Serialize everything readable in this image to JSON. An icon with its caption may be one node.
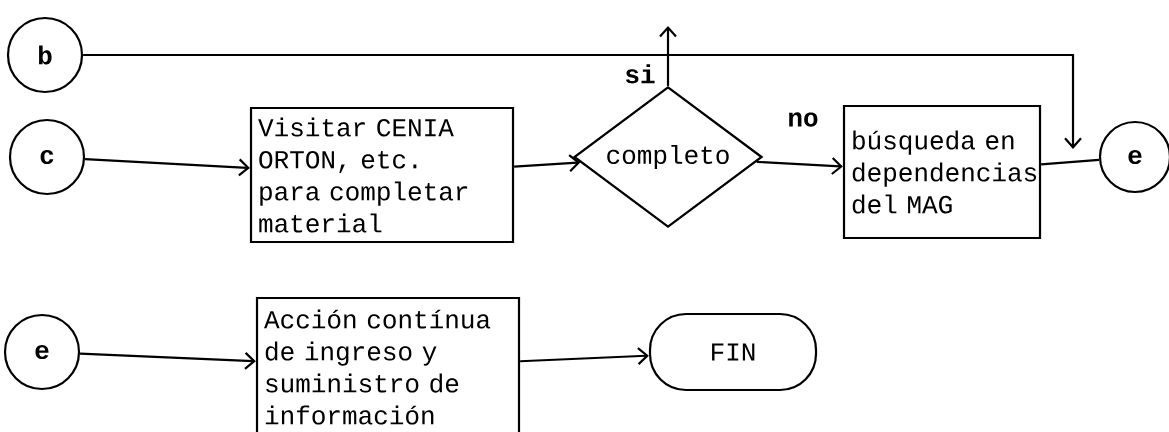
{
  "diagram": {
    "nodes": [
      {
        "text": [
          "b"
        ]
      },
      {
        "text": [
          "c"
        ]
      },
      {
        "text": [
          "Visitar CENIA ORTON, etc. para completar material"
        ]
      },
      {
        "text": [
          "completo"
        ]
      },
      {
        "text": [
          "búsqueda en dependencias del MAG"
        ]
      },
      {
        "text": [
          "e"
        ]
      },
      {
        "text": [
          "e"
        ]
      },
      {
        "text": [
          "Acción contínua de ingreso y suministro de información"
        ]
      },
      {
        "text": [
          "FIN"
        ]
      }
    ],
    "edges": [
      {
        "from": 1,
        "to": 2,
        "arrow": "to"
      },
      {
        "from": 2,
        "to": 3,
        "arrow": "to"
      },
      {
        "from": 3,
        "to": null,
        "arrow": "to",
        "label": "si"
      },
      {
        "from": 3,
        "to": 4,
        "arrow": "to",
        "label": "no"
      },
      {
        "from": 4,
        "to": 5,
        "arrow": "none"
      },
      {
        "from": 0,
        "to": 5,
        "arrow": "to"
      },
      {
        "from": 6,
        "to": 7,
        "arrow": "to"
      },
      {
        "from": 7,
        "to": 8,
        "arrow": "to"
      }
    ]
  }
}
